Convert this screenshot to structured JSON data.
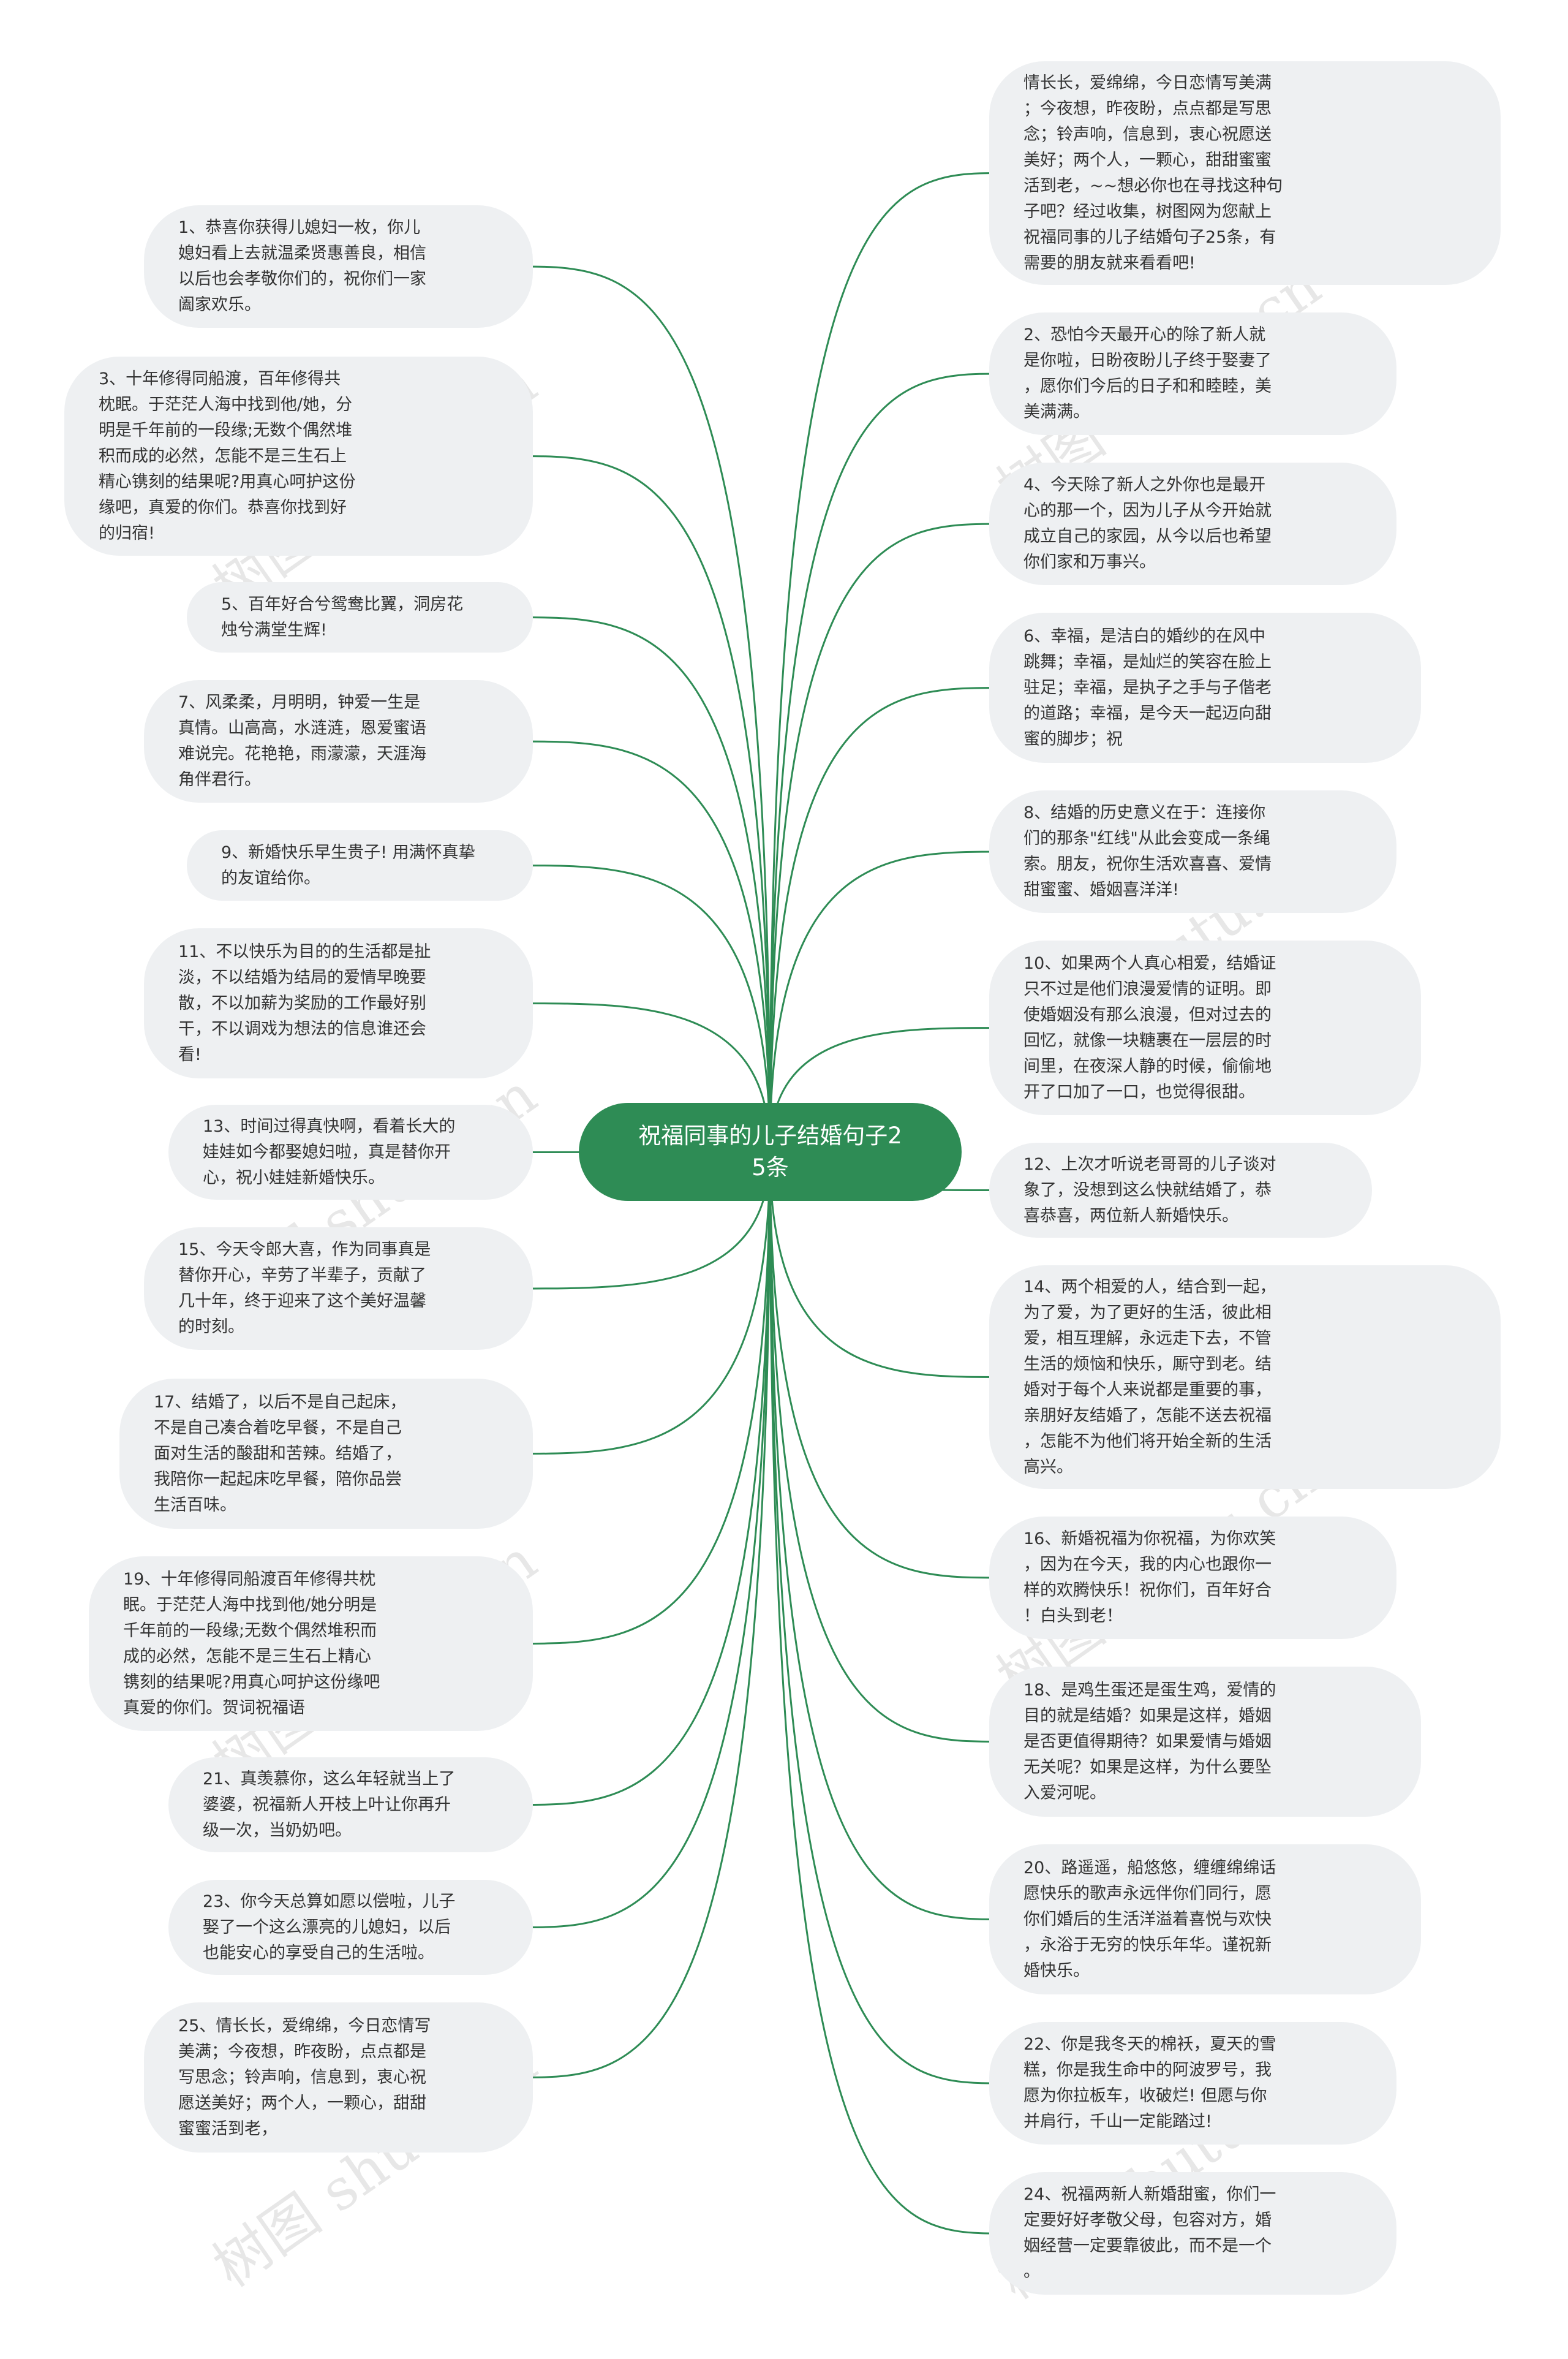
{
  "center": {
    "title": "祝福同事的儿子结婚句子2\n5条"
  },
  "watermark": "树图 shutu.cn",
  "colors": {
    "connector": "#2e8c55",
    "center_fill": "#2e8c55",
    "node_fill": "#eef0f2",
    "node_text": "#333333"
  },
  "left_nodes": [
    "1、恭喜你获得儿媳妇一枚，你儿\n媳妇看上去就温柔贤惠善良，相信\n以后也会孝敬你们的，祝你们一家\n阖家欢乐。",
    "3、十年修得同船渡，百年修得共\n枕眠。于茫茫人海中找到他/她，分\n明是千年前的一段缘;无数个偶然堆\n积而成的必然，怎能不是三生石上\n精心镌刻的结果呢?用真心呵护这份\n缘吧，真爱的你们。恭喜你找到好\n的归宿!",
    "5、百年好合兮鸳鸯比翼，洞房花\n烛兮满堂生辉!",
    "7、风柔柔，月明明，钟爱一生是\n真情。山高高，水涟涟，恩爱蜜语\n难说完。花艳艳，雨濛濛，天涯海\n角伴君行。",
    "9、新婚快乐早生贵子! 用满怀真挚\n的友谊给你。",
    "11、不以快乐为目的的生活都是扯\n淡，不以结婚为结局的爱情早晚要\n散，不以加薪为奖励的工作最好别\n干，不以调戏为想法的信息谁还会\n看!",
    "13、时间过得真快啊，看着长大的\n娃娃如今都娶媳妇啦，真是替你开\n心，祝小娃娃新婚快乐。",
    "15、今天令郎大喜，作为同事真是\n替你开心，辛劳了半辈子，贡献了\n几十年，终于迎来了这个美好温馨\n的时刻。",
    "17、结婚了，以后不是自己起床，\n不是自己凑合着吃早餐，不是自己\n面对生活的酸甜和苦辣。结婚了，\n我陪你一起起床吃早餐，陪你品尝\n生活百味。",
    "19、十年修得同船渡百年修得共枕\n眠。于茫茫人海中找到他/她分明是\n千年前的一段缘;无数个偶然堆积而\n成的必然，怎能不是三生石上精心\n镌刻的结果呢?用真心呵护这份缘吧\n真爱的你们。贺词祝福语",
    "21、真羡慕你，这么年轻就当上了\n婆婆，祝福新人开枝上叶让你再升\n级一次，当奶奶吧。",
    "23、你今天总算如愿以偿啦，儿子\n娶了一个这么漂亮的儿媳妇，以后\n也能安心的享受自己的生活啦。",
    "25、情长长，爱绵绵，今日恋情写\n美满；今夜想，昨夜盼，点点都是\n写思念；铃声响，信息到，衷心祝\n愿送美好；两个人，一颗心，甜甜\n蜜蜜活到老，"
  ],
  "right_nodes": [
    "情长长，爱绵绵，今日恋情写美满\n；今夜想，昨夜盼，点点都是写思\n念；铃声响，信息到，衷心祝愿送\n美好；两个人，一颗心，甜甜蜜蜜\n活到老，~~想必你也在寻找这种句\n子吧？经过收集，树图网为您献上\n祝福同事的儿子结婚句子25条，有\n需要的朋友就来看看吧!",
    "2、恐怕今天最开心的除了新人就\n是你啦，日盼夜盼儿子终于娶妻了\n，愿你们今后的日子和和睦睦，美\n美满满。",
    "4、今天除了新人之外你也是最开\n心的那一个，因为儿子从今开始就\n成立自己的家园，从今以后也希望\n你们家和万事兴。",
    "6、幸福，是洁白的婚纱的在风中\n跳舞；幸福，是灿烂的笑容在脸上\n驻足；幸福，是执子之手与子偕老\n的道路；幸福，是今天一起迈向甜\n蜜的脚步；祝",
    "8、结婚的历史意义在于：连接你\n们的那条\"红线\"从此会变成一条绳\n索。朋友，祝你生活欢喜喜、爱情\n甜蜜蜜、婚姻喜洋洋!",
    "10、如果两个人真心相爱，结婚证\n只不过是他们浪漫爱情的证明。即\n使婚姻没有那么浪漫，但对过去的\n回忆，就像一块糖裹在一层层的时\n间里，在夜深人静的时候，偷偷地\n开了口加了一口，也觉得很甜。",
    "12、上次才听说老哥哥的儿子谈对\n象了，没想到这么快就结婚了，恭\n喜恭喜，两位新人新婚快乐。",
    "14、两个相爱的人，结合到一起，\n为了爱，为了更好的生活，彼此相\n爱，相互理解，永远走下去，不管\n生活的烦恼和快乐，厮守到老。结\n婚对于每个人来说都是重要的事，\n亲朋好友结婚了，怎能不送去祝福\n，怎能不为他们将开始全新的生活\n高兴。",
    "16、新婚祝福为你祝福，为你欢笑\n，因为在今天，我的内心也跟你一\n样的欢腾快乐！祝你们，百年好合\n！白头到老！",
    "18、是鸡生蛋还是蛋生鸡，爱情的\n目的就是结婚？如果是这样，婚姻\n是否更值得期待？如果爱情与婚姻\n无关呢？如果是这样，为什么要坠\n入爱河呢。",
    "20、路遥遥，船悠悠，缠缠绵绵话\n愿快乐的歌声永远伴你们同行，愿\n你们婚后的生活洋溢着喜悦与欢快\n，永浴于无穷的快乐年华。谨祝新\n婚快乐。",
    "22、你是我冬天的棉袄，夏天的雪\n糕，你是我生命中的阿波罗号，我\n愿为你拉板车，收破烂! 但愿与你\n并肩行，千山一定能踏过!",
    "24、祝福两新人新婚甜蜜，你们一\n定要好好孝敬父母，包容对方，婚\n姻经营一定要靠彼此，而不是一个\n。"
  ]
}
